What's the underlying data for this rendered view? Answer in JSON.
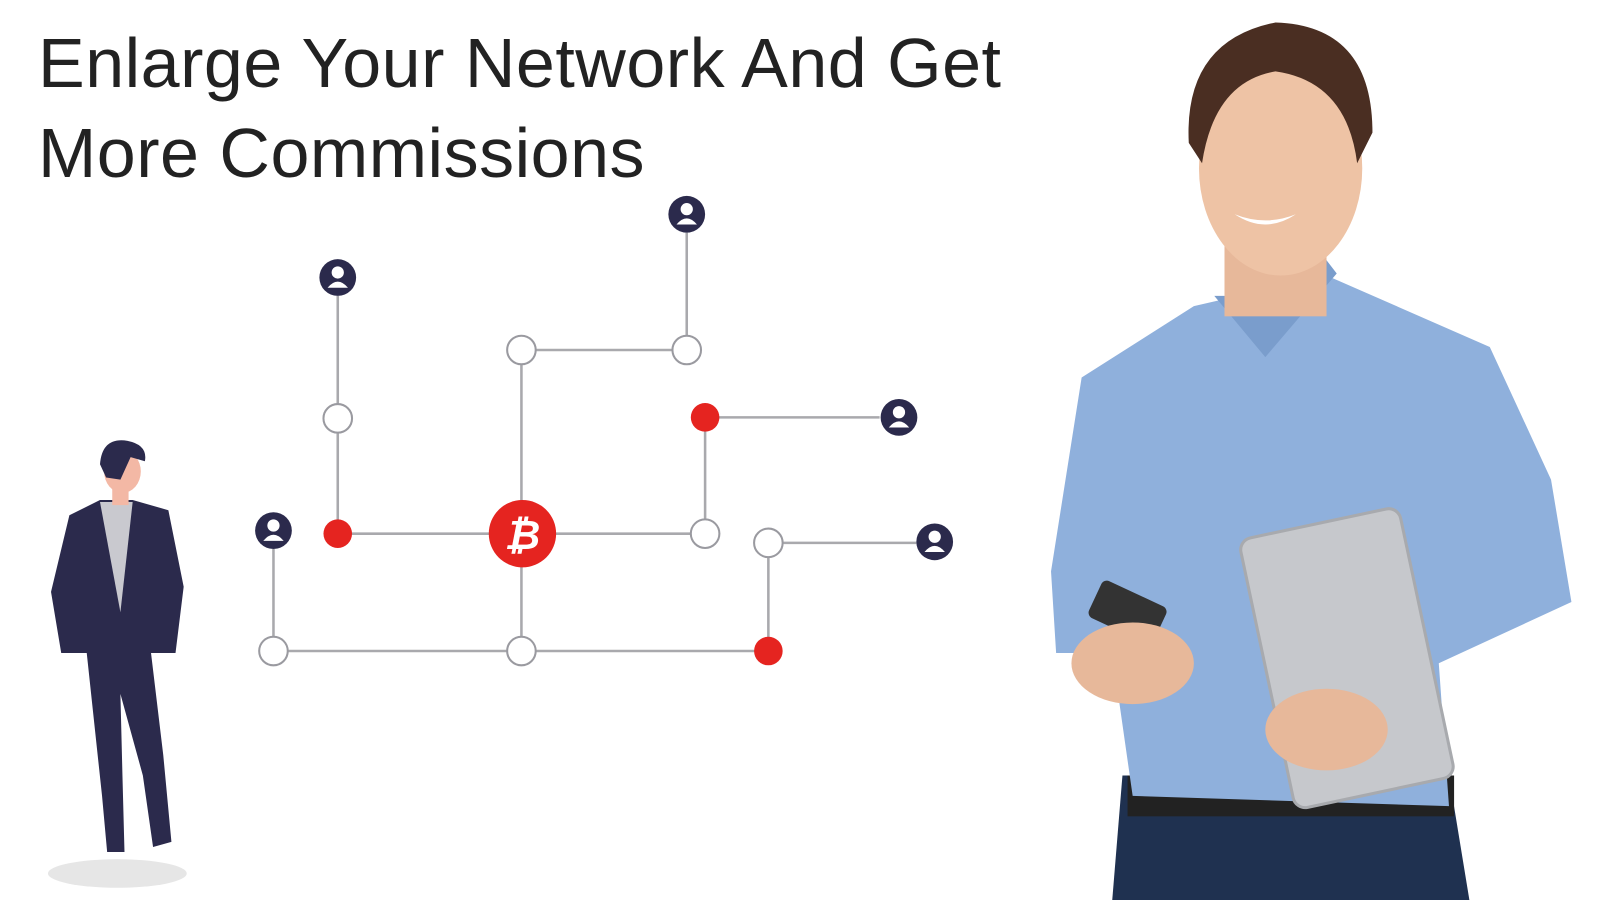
{
  "headline": {
    "line1": "Enlarge Your Network And Get",
    "line2": "More Commissions"
  },
  "colors": {
    "accent_red": "#e52420",
    "node_navy": "#2b2a4c",
    "line_gray": "#a9a9ad",
    "shirt_blue": "#8fb0dc"
  },
  "icons": [
    "bitcoin-icon",
    "user-icon",
    "person-illustration",
    "man-photo"
  ]
}
